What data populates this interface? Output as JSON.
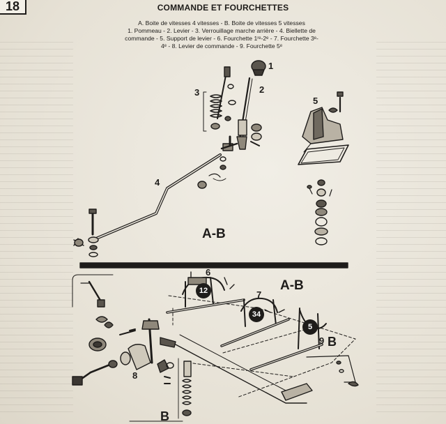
{
  "page": {
    "number": "18",
    "title": "COMMANDE ET FOURCHETTES",
    "caption": [
      "A. Boite de vitesses 4 vitesses - B. Boite de vitesses 5 vitesses",
      "1. Pommeau - 2. Levier - 3. Verrouillage marche arrière - 4. Biellette de",
      "commande - 5. Support de levier - 6. Fourchette 1ʳᵉ-2ᵉ - 7. Fourchette 3ᵉ-",
      "4ᵉ - 8. Levier de commande - 9. Fourchette 5ᵉ"
    ]
  },
  "figure_labels": {
    "l1": "1",
    "l2": "2",
    "l3": "3",
    "l4": "4",
    "l5": "5",
    "l6": "6",
    "l7": "7",
    "l8": "8",
    "l9": "9",
    "ab_top": "A-B",
    "ab_bottom": "A-B",
    "b_right": "B",
    "b_bottom": "B",
    "badge_12": "12",
    "badge_34": "34",
    "badge_5": "5"
  },
  "colors": {
    "ink": "#1e1c1a",
    "paper": "#eae6dc"
  }
}
